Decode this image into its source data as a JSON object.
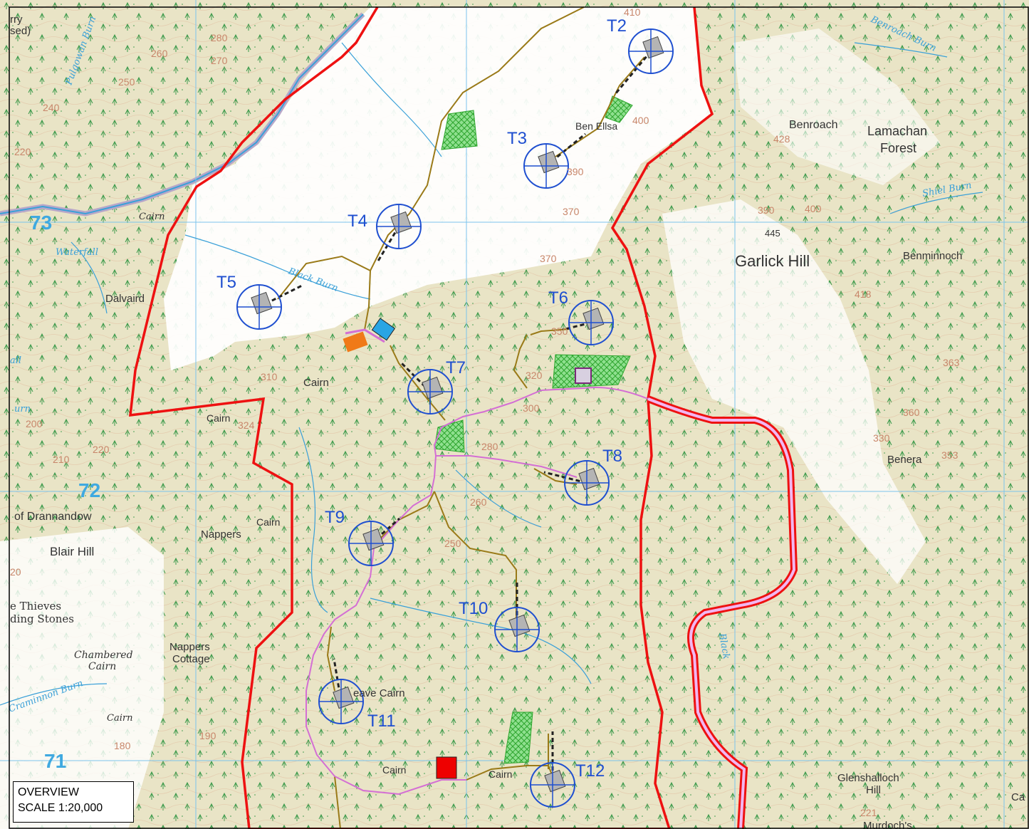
{
  "inset": {
    "line1": "OVERVIEW",
    "line2": "SCALE 1:20,000"
  },
  "turbines": [
    {
      "id": "T2",
      "label": "T2"
    },
    {
      "id": "T3",
      "label": "T3"
    },
    {
      "id": "T4",
      "label": "T4"
    },
    {
      "id": "T5",
      "label": "T5"
    },
    {
      "id": "T6",
      "label": "T6"
    },
    {
      "id": "T7",
      "label": "T7"
    },
    {
      "id": "T8",
      "label": "T8"
    },
    {
      "id": "T9",
      "label": "T9"
    },
    {
      "id": "T10",
      "label": "T10"
    },
    {
      "id": "T11",
      "label": "T11"
    },
    {
      "id": "T12",
      "label": "T12"
    }
  ],
  "grid_numbers": {
    "g73": "73",
    "g72": "72",
    "g71": "71"
  },
  "places": {
    "benroach": "Benroach",
    "lamachan": "Lamachan",
    "forest": "Forest",
    "garlick_hill": "Garlick Hill",
    "benminnoch": "Benminnoch",
    "benera": "Benera",
    "dalvaird": "Dalvaird",
    "waterfall": "Waterfall",
    "drannandow": "of Drannandow",
    "blair_hill": "Blair Hill",
    "thieves": "e Thieves",
    "standing_stones": "ding Stones",
    "chambered": "Chambered",
    "cairn_chambered": "Cairn",
    "nappers": "Nappers",
    "nappers_cottage_1": "Nappers",
    "nappers_cottage_2": "Cottage",
    "cairn_1": "Cairn",
    "cairn_2": "Cairn",
    "cairn_3": "Cairn",
    "cairn_4": "Cairn",
    "cairn_5": "Cairn",
    "cairn_6": "Cairn",
    "cairn_7": "Cairn",
    "leave_cairn": "eave Cairn",
    "glenshalloch_1": "Glenshalloch",
    "glenshalloch_2": "Hill",
    "murdochs": "Murdoch's",
    "ca": "Ca",
    "benyellary": "Ben Ellsa",
    "quarry_1": "rry",
    "quarry_2": "sed)",
    "all": "all",
    "urn": "urn"
  },
  "streams": {
    "benroach_burn": "Benroach Burn",
    "shiel_burn": "Shiel Burn",
    "black_burn": "Black Burn",
    "pulgowan_burn": "Pulgowan Burn",
    "craigminnon_burn": "Craminnon Burn",
    "black_burn_east": "Black"
  },
  "heights": {
    "h445": "445",
    "h428": "428",
    "h418": "418",
    "h363": "363",
    "h353": "353",
    "h360": "360",
    "h221": "221",
    "c410": "410",
    "c400": "400",
    "c390": "390",
    "c370a": "370",
    "c370b": "370",
    "c350": "350",
    "c320": "320",
    "c300": "300",
    "c280a": "280",
    "c280b": "280",
    "c260a": "260",
    "c260b": "260",
    "c250a": "250",
    "c250b": "250",
    "c240": "240",
    "c220": "220",
    "c210": "210",
    "c200": "200",
    "c190": "190",
    "c180": "180",
    "c310": "310",
    "c324": "324",
    "c270": "270",
    "c330": "330",
    "c390b": "390",
    "c400b": "400",
    "c220b": "220",
    "c20": "20"
  },
  "colors": {
    "boundary": "#ee1111",
    "track": "#9a7a18",
    "road": "#e87ce8",
    "turbine": "#1f4fd0",
    "forest": "#e4ddb8",
    "open": "#ffffff",
    "hatch": "#5ad25a",
    "compound_red": "#ee0000",
    "compound_orange": "#f07a18",
    "compound_blue": "#2aa5e4"
  }
}
